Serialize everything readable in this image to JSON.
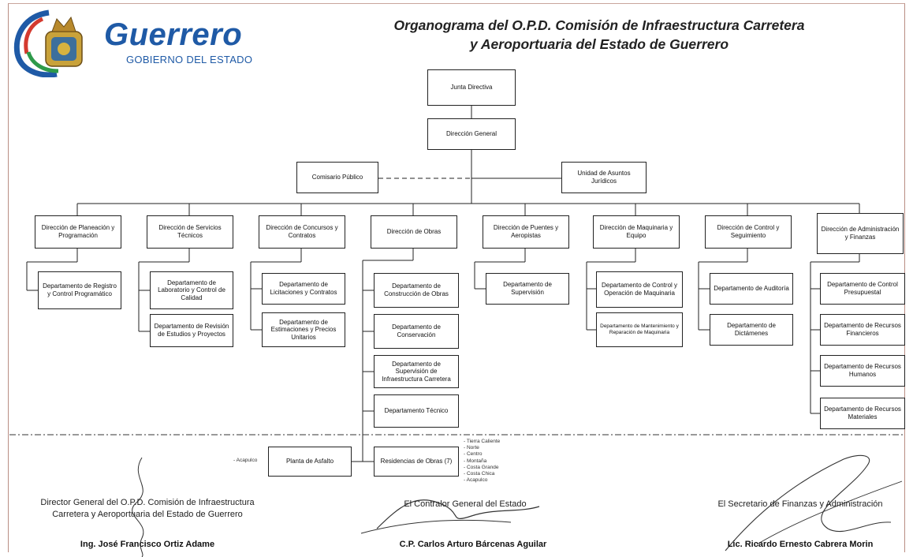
{
  "logo": {
    "word": "Guerrero",
    "subtitle": "GOBIERNO DEL ESTADO"
  },
  "title": {
    "line1": "Organograma del O.P.D. Comisión de Infraestructura Carretera",
    "line2": "y Aeroportuaria del Estado de Guerrero"
  },
  "nodes": {
    "junta": "Junta Directiva",
    "direccion_general": "Dirección General",
    "comisario": "Comisario Público",
    "unidad_juridicos": "Unidad de Asuntos Jurídicos",
    "dir_planeacion": "Dirección de Planeación y Programación",
    "dir_servicios": "Dirección de Servicios Técnicos",
    "dir_concursos": "Dirección de Concursos y Contratos",
    "dir_obras": "Dirección de Obras",
    "dir_puentes": "Dirección de Puentes y Aeropistas",
    "dir_maquinaria": "Dirección de Maquinaria y Equipo",
    "dir_control": "Dirección de Control y Seguimiento",
    "dir_admin": "Dirección de Administración y Finanzas",
    "dep_registro": "Departamento de Registro y Control Programático",
    "dep_laboratorio": "Departamento de Laboratorio y Control de Calidad",
    "dep_revision": "Departamento de Revisión de Estudios y Proyectos",
    "dep_licitaciones": "Departamento de Licitaciones y Contratos",
    "dep_estimaciones": "Departamento de Estimaciones y Precios Unitarios",
    "dep_construccion": "Departamento de Construcción de Obras",
    "dep_conservacion": "Departamento de Conservación",
    "dep_supervision_infra": "Departamento de Supervisión de Infraestructura Carretera",
    "dep_tecnico": "Departamento Técnico",
    "dep_supervision": "Departamento de Supervisión",
    "dep_control_operacion": "Departamento de Control y Operación de Maquinaria",
    "dep_mantenimiento": "Departamento de Mantenimiento y Reparación de Maquinaria",
    "dep_auditoria": "Departamento de Auditoría",
    "dep_dictamenes": "Departamento de Dictámenes",
    "dep_presupuestal": "Departamento de Control Presupuestal",
    "dep_financieros": "Departamento de Recursos Financieros",
    "dep_humanos": "Departamento de Recursos Humanos",
    "dep_materiales": "Departamento de Recursos Materiales",
    "planta_asfalto": "Planta de Asfalto",
    "residencias": "Residencias de Obras (7)"
  },
  "notes": {
    "acapulco_left": "- Acapulco",
    "residencias_list": [
      "- Tierra Caliente",
      "- Norte",
      "- Centro",
      "- Montaña",
      "- Costa Grande",
      "- Costa Chica",
      "- Acapulco"
    ]
  },
  "signatures": {
    "left": {
      "caption1": "Director General del O.P.D. Comisión de Infraestructura",
      "caption2": "Carretera y Aeroportuaria del Estado de Guerrero",
      "name": "Ing. José Francisco Ortiz Adame"
    },
    "center": {
      "caption1": "El Contralor General del Estado",
      "name": "C.P. Carlos Arturo Bárcenas Aguilar"
    },
    "right": {
      "caption1": "El Secretario de Finanzas y Administración",
      "name": "Lic. Ricardo Ernesto Cabrera Morin"
    }
  },
  "colors": {
    "brand_blue": "#1f5aa6",
    "line": "#222222",
    "border": "#b98d84"
  }
}
